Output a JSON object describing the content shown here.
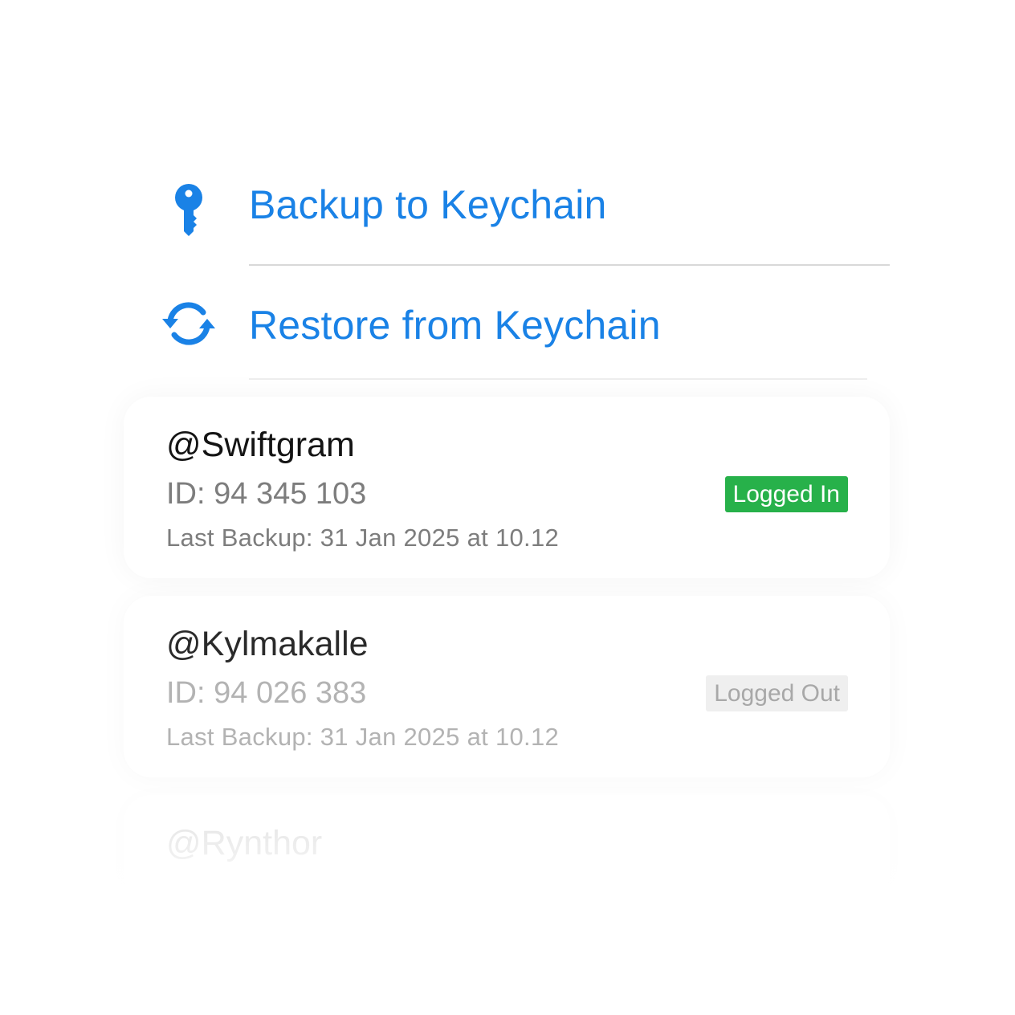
{
  "actions": {
    "backup": {
      "label": "Backup to Keychain",
      "icon": "key-icon"
    },
    "restore": {
      "label": "Restore from Keychain",
      "icon": "refresh-icon"
    }
  },
  "accounts": [
    {
      "username": "@Swiftgram",
      "id": "ID: 94 345 103",
      "last_backup": "Last Backup: 31 Jan 2025 at 10.12",
      "status": "Logged In"
    },
    {
      "username": "@Kylmakalle",
      "id": "ID: 94 026 383",
      "last_backup": "Last Backup: 31 Jan 2025 at 10.12",
      "status": "Logged Out"
    },
    {
      "username": "@Rynthor"
    }
  ],
  "colors": {
    "accent": "#1a82e6",
    "logged_in": "#27b14a",
    "logged_out_bg": "#efefef"
  }
}
